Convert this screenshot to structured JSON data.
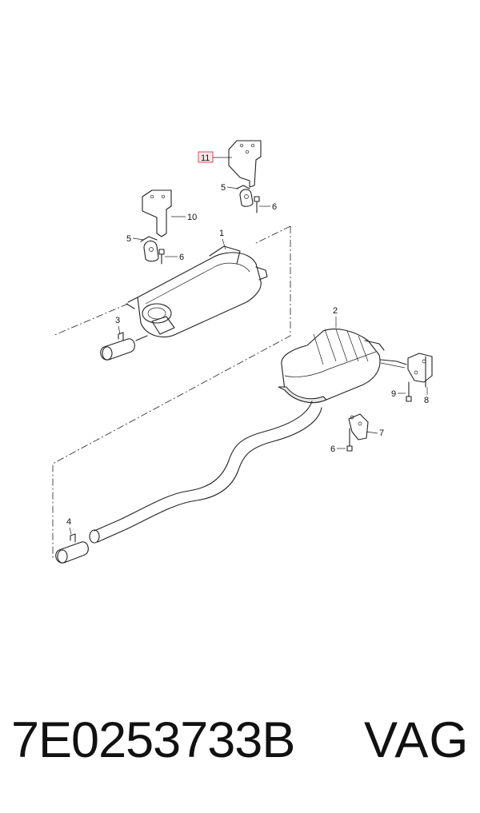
{
  "diagram": {
    "callouts": {
      "c1": "1",
      "c2": "2",
      "c3": "3",
      "c4": "4",
      "c5a": "5",
      "c5b": "5",
      "c6a": "6",
      "c6b": "6",
      "c6c": "6",
      "c7": "7",
      "c8": "8",
      "c9": "9",
      "c10": "10",
      "c11": "11"
    },
    "highlight_color": "#e0455c"
  },
  "caption": {
    "part_number": "7E0253733B",
    "brand": "VAG"
  }
}
